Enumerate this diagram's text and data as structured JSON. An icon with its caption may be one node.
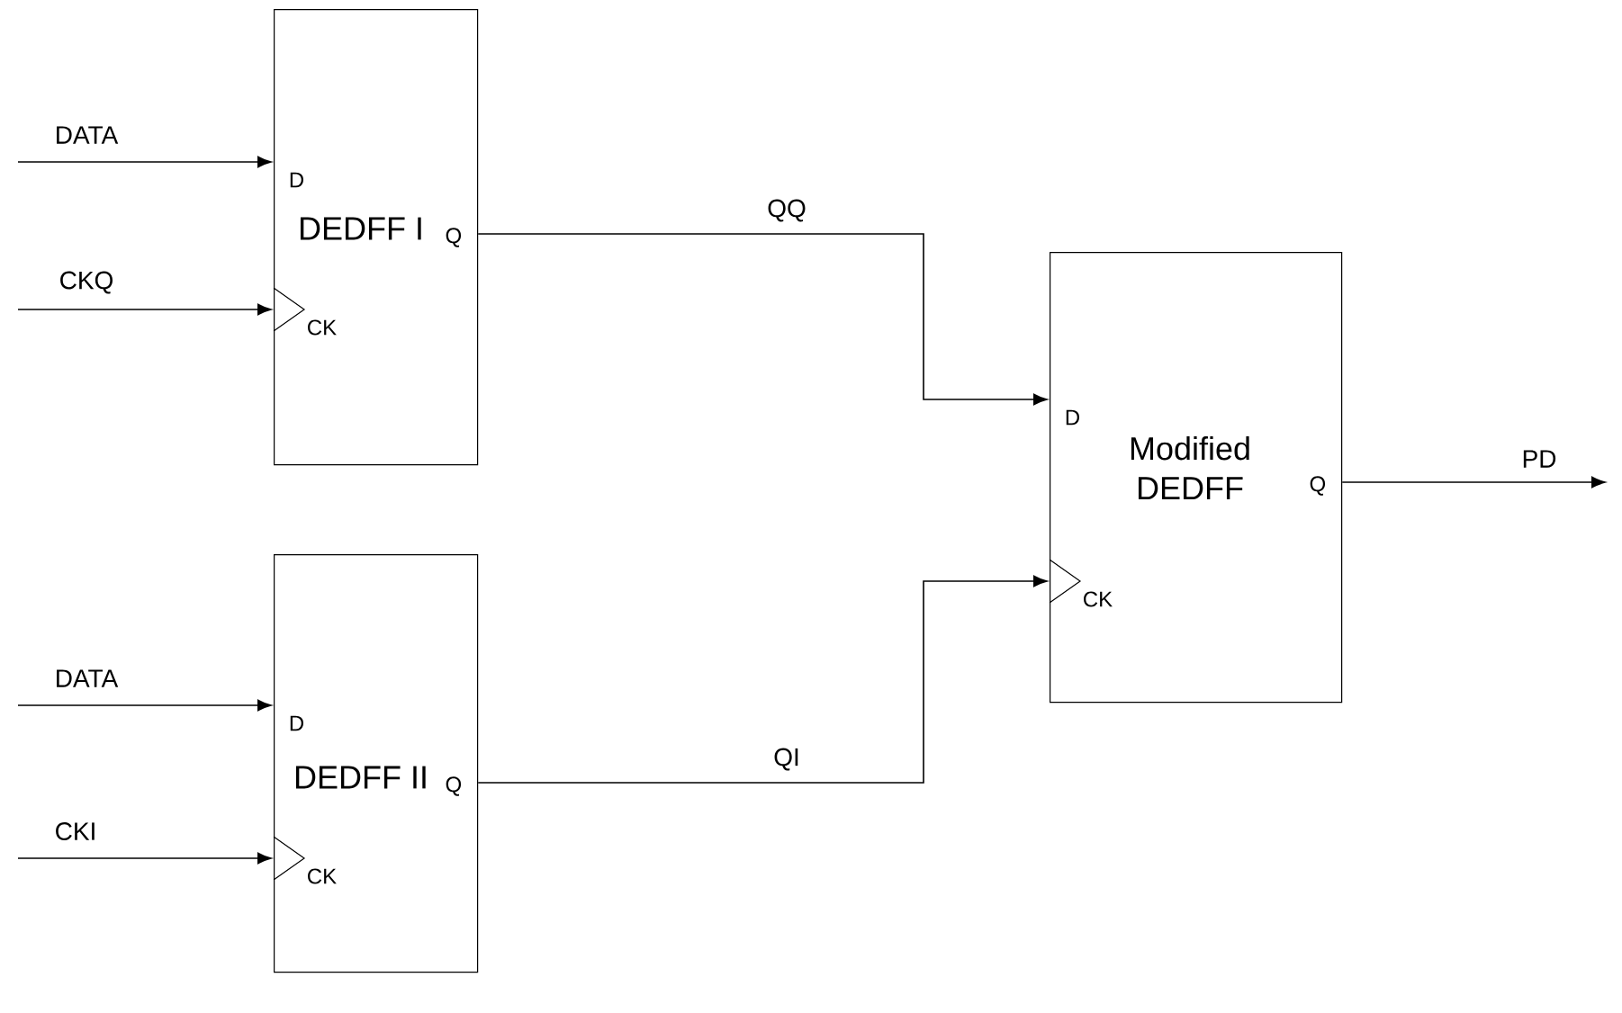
{
  "diagram": {
    "nodes": [
      {
        "text": [
          "D",
          "DEDFF I",
          "Q",
          "CK"
        ]
      },
      {
        "text": [
          "D",
          "DEDFF II",
          "Q",
          "CK"
        ]
      },
      {
        "text": [
          "D",
          "Modified DEDFF",
          "Q",
          "CK"
        ]
      }
    ],
    "edges": [
      {
        "from": null,
        "to": 0,
        "arrow": "to",
        "label": "DATA"
      },
      {
        "from": null,
        "to": 0,
        "arrow": "to",
        "label": "CKQ"
      },
      {
        "from": null,
        "to": 1,
        "arrow": "to",
        "label": "DATA"
      },
      {
        "from": null,
        "to": 1,
        "arrow": "to",
        "label": "CKI"
      },
      {
        "from": 0,
        "to": 2,
        "arrow": "to",
        "label": "QQ"
      },
      {
        "from": 1,
        "to": 2,
        "arrow": "to",
        "label": "QI"
      },
      {
        "from": 2,
        "to": null,
        "arrow": "to",
        "label": "PD"
      }
    ]
  }
}
